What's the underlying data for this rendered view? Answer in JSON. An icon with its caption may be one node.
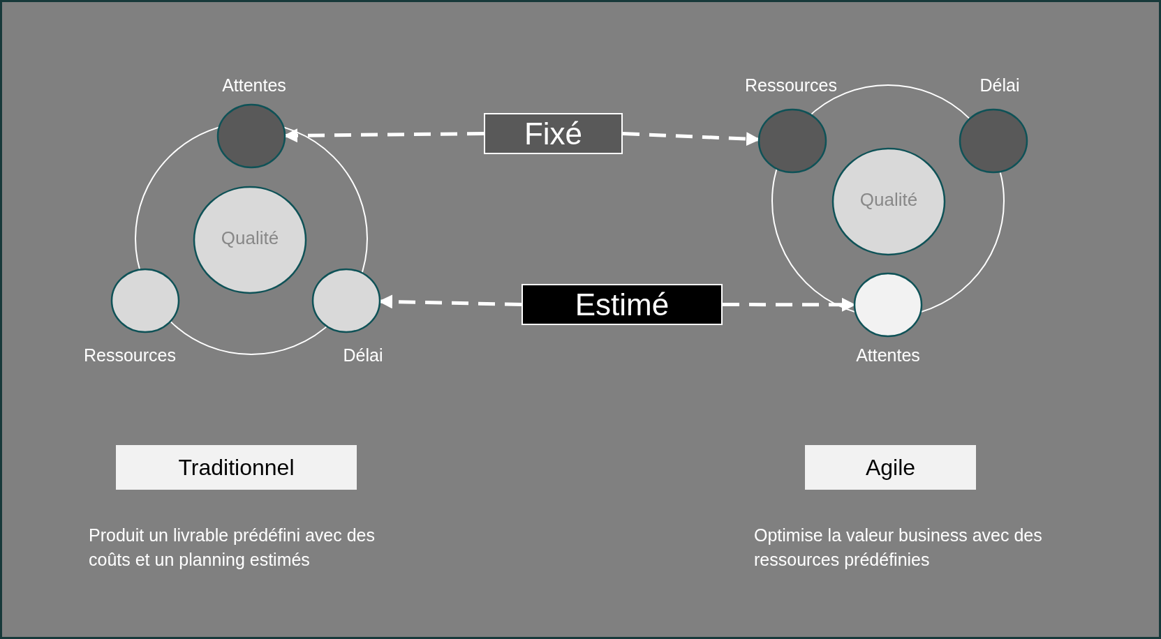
{
  "diagram": {
    "nodes": [
      {
        "text": [
          "Attentes"
        ]
      },
      {
        "text": [
          "Fixé"
        ]
      },
      {
        "text": [
          "Ressources"
        ]
      },
      {
        "text": [
          "Délai"
        ]
      },
      {
        "text": [
          "Qualité"
        ]
      },
      {
        "text": [
          "Qualité"
        ]
      },
      {
        "text": [
          "Ressources"
        ]
      },
      {
        "text": [
          "Délai"
        ]
      },
      {
        "text": [
          "Estimé"
        ]
      },
      {
        "text": [
          "Attentes"
        ]
      },
      {
        "text": [
          "Traditionnel"
        ]
      },
      {
        "text": [
          "Agile"
        ]
      }
    ],
    "edges": [
      {
        "from": 1,
        "to": 0,
        "arrow": "to",
        "style": "dashed"
      },
      {
        "from": 1,
        "to": 2,
        "arrow": "to",
        "style": "dashed"
      },
      {
        "from": 8,
        "to": 7,
        "arrow": "to",
        "style": "dashed"
      },
      {
        "from": 8,
        "to": 9,
        "arrow": "to",
        "style": "dashed"
      }
    ],
    "labels": [
      "Produit un livrable prédéfini avec des coûts et un planning estimés",
      "Optimise la valeur business avec des ressources prédéfinies"
    ]
  }
}
